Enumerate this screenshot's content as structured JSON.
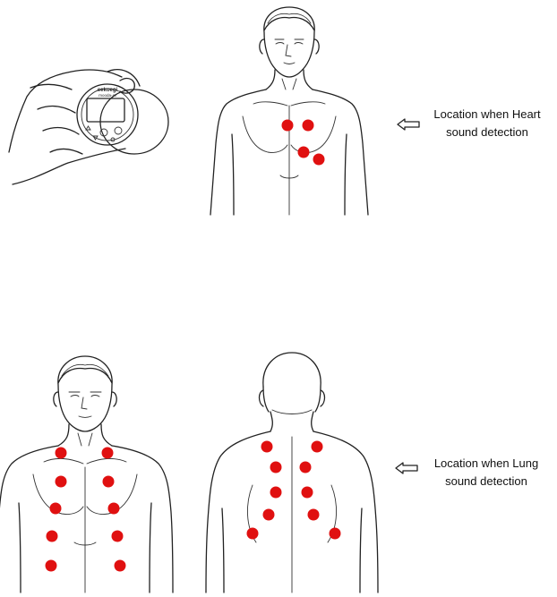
{
  "device": {
    "brand_text": "eekoegi",
    "model_text": "mooda-AI"
  },
  "heart_section": {
    "caption_line1": "Location when Heart",
    "caption_line2": "sound detection",
    "arrow_icon": "hollow-left-arrow-icon",
    "points_count": 4
  },
  "lung_section": {
    "caption_line1": "Location when Lung",
    "caption_line2": "sound detection",
    "arrow_icon": "hollow-left-arrow-icon",
    "front_points_count": 10,
    "back_points_count": 10
  },
  "colors": {
    "marker": "#e01010",
    "outline": "#222222"
  }
}
